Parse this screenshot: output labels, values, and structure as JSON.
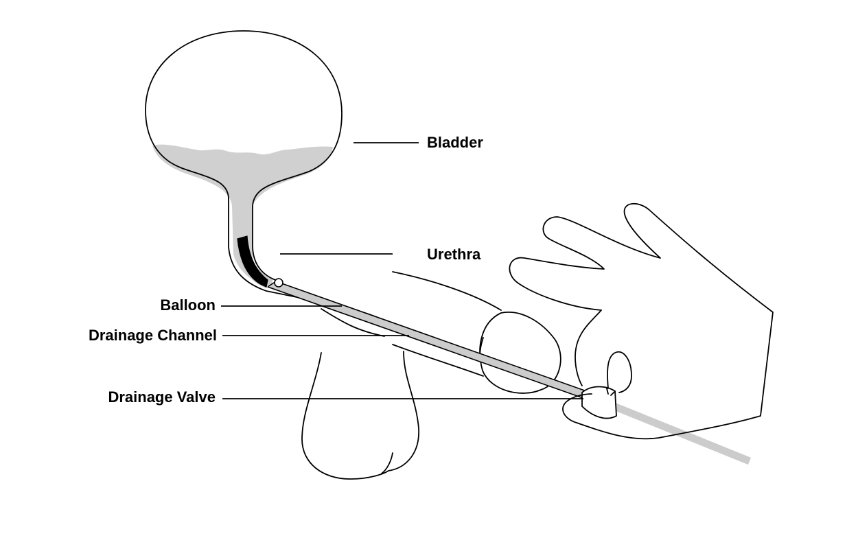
{
  "labels": {
    "bladder": "Bladder",
    "urethra": "Urethra",
    "balloon": "Balloon",
    "drainage_channel": "Drainage Channel",
    "drainage_valve": "Drainage Valve"
  },
  "colors": {
    "outline": "#000000",
    "urine_fill": "#d0d0d0",
    "catheter": "#cccccc",
    "balloon_tip": "#000000",
    "background": "#ffffff"
  }
}
